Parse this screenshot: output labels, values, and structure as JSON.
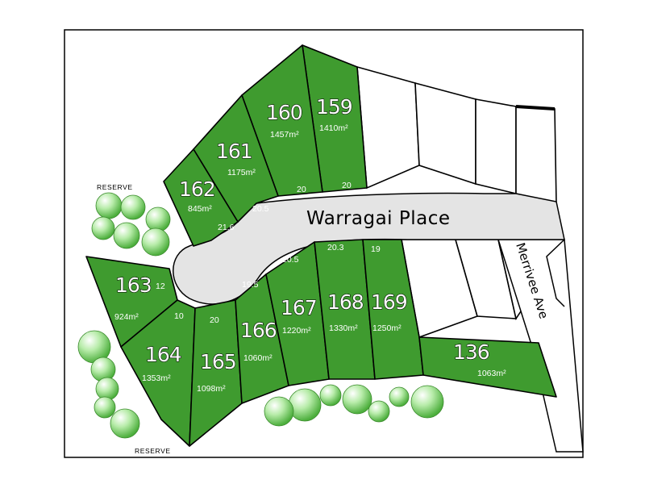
{
  "street_name": "Warragai Place",
  "side_street": "Merrivee Ave",
  "reserve_label": "RESERVE",
  "colors": {
    "lot_green": "#3f9b2f",
    "road_grey": "#e4e4e4",
    "tree_green": "#7fd66a"
  },
  "lots": [
    {
      "number": "159",
      "area": "1410m²",
      "frontage": "20"
    },
    {
      "number": "160",
      "area": "1457m²",
      "frontage": "20"
    },
    {
      "number": "161",
      "area": "1175m²",
      "frontage": "20.5"
    },
    {
      "number": "162",
      "area": "845m²",
      "frontage": "21.6"
    },
    {
      "number": "163",
      "area": "924m²",
      "frontage": "12",
      "frontage2": "10"
    },
    {
      "number": "164",
      "area": "1353m²"
    },
    {
      "number": "165",
      "area": "1098m²",
      "frontage": "20"
    },
    {
      "number": "166",
      "area": "1060m²",
      "frontage": "19.5"
    },
    {
      "number": "167",
      "area": "1220m²",
      "frontage": "20.5"
    },
    {
      "number": "168",
      "area": "1330m²",
      "frontage": "20.3"
    },
    {
      "number": "169",
      "area": "1250m²",
      "frontage": "19"
    },
    {
      "number": "136",
      "area": "1063m²"
    }
  ]
}
